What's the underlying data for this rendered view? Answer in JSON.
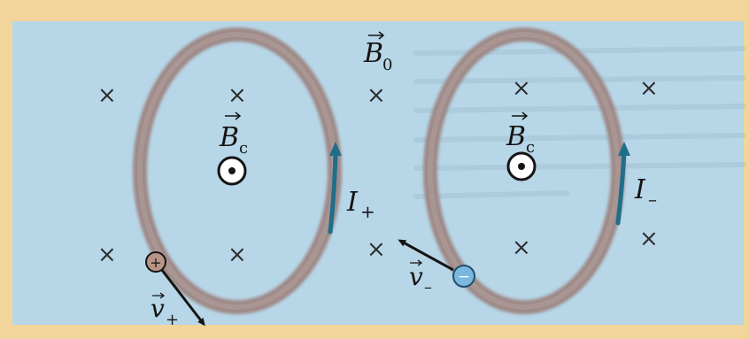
{
  "figure": {
    "field_label": "B",
    "field_subscript": "0",
    "colors": {
      "frame": "#f2d59a",
      "panel": "#b7d6e7",
      "ring": "#9e8a88",
      "current_arrow": "#1f6e8a",
      "ink": "#141414",
      "positive_charge": "#b89486",
      "negative_charge": "#7ab8df"
    },
    "background_field_marker": "×",
    "left_loop": {
      "field_label": "B",
      "field_subscript": "c",
      "current_label": "I",
      "current_subscript": "+",
      "charge_symbol": "+",
      "velocity_label": "v",
      "velocity_subscript": "+"
    },
    "right_loop": {
      "field_label": "B",
      "field_subscript": "c",
      "current_label": "I",
      "current_subscript": "–",
      "charge_symbol": "−",
      "velocity_label": "v",
      "velocity_subscript": "–"
    }
  }
}
